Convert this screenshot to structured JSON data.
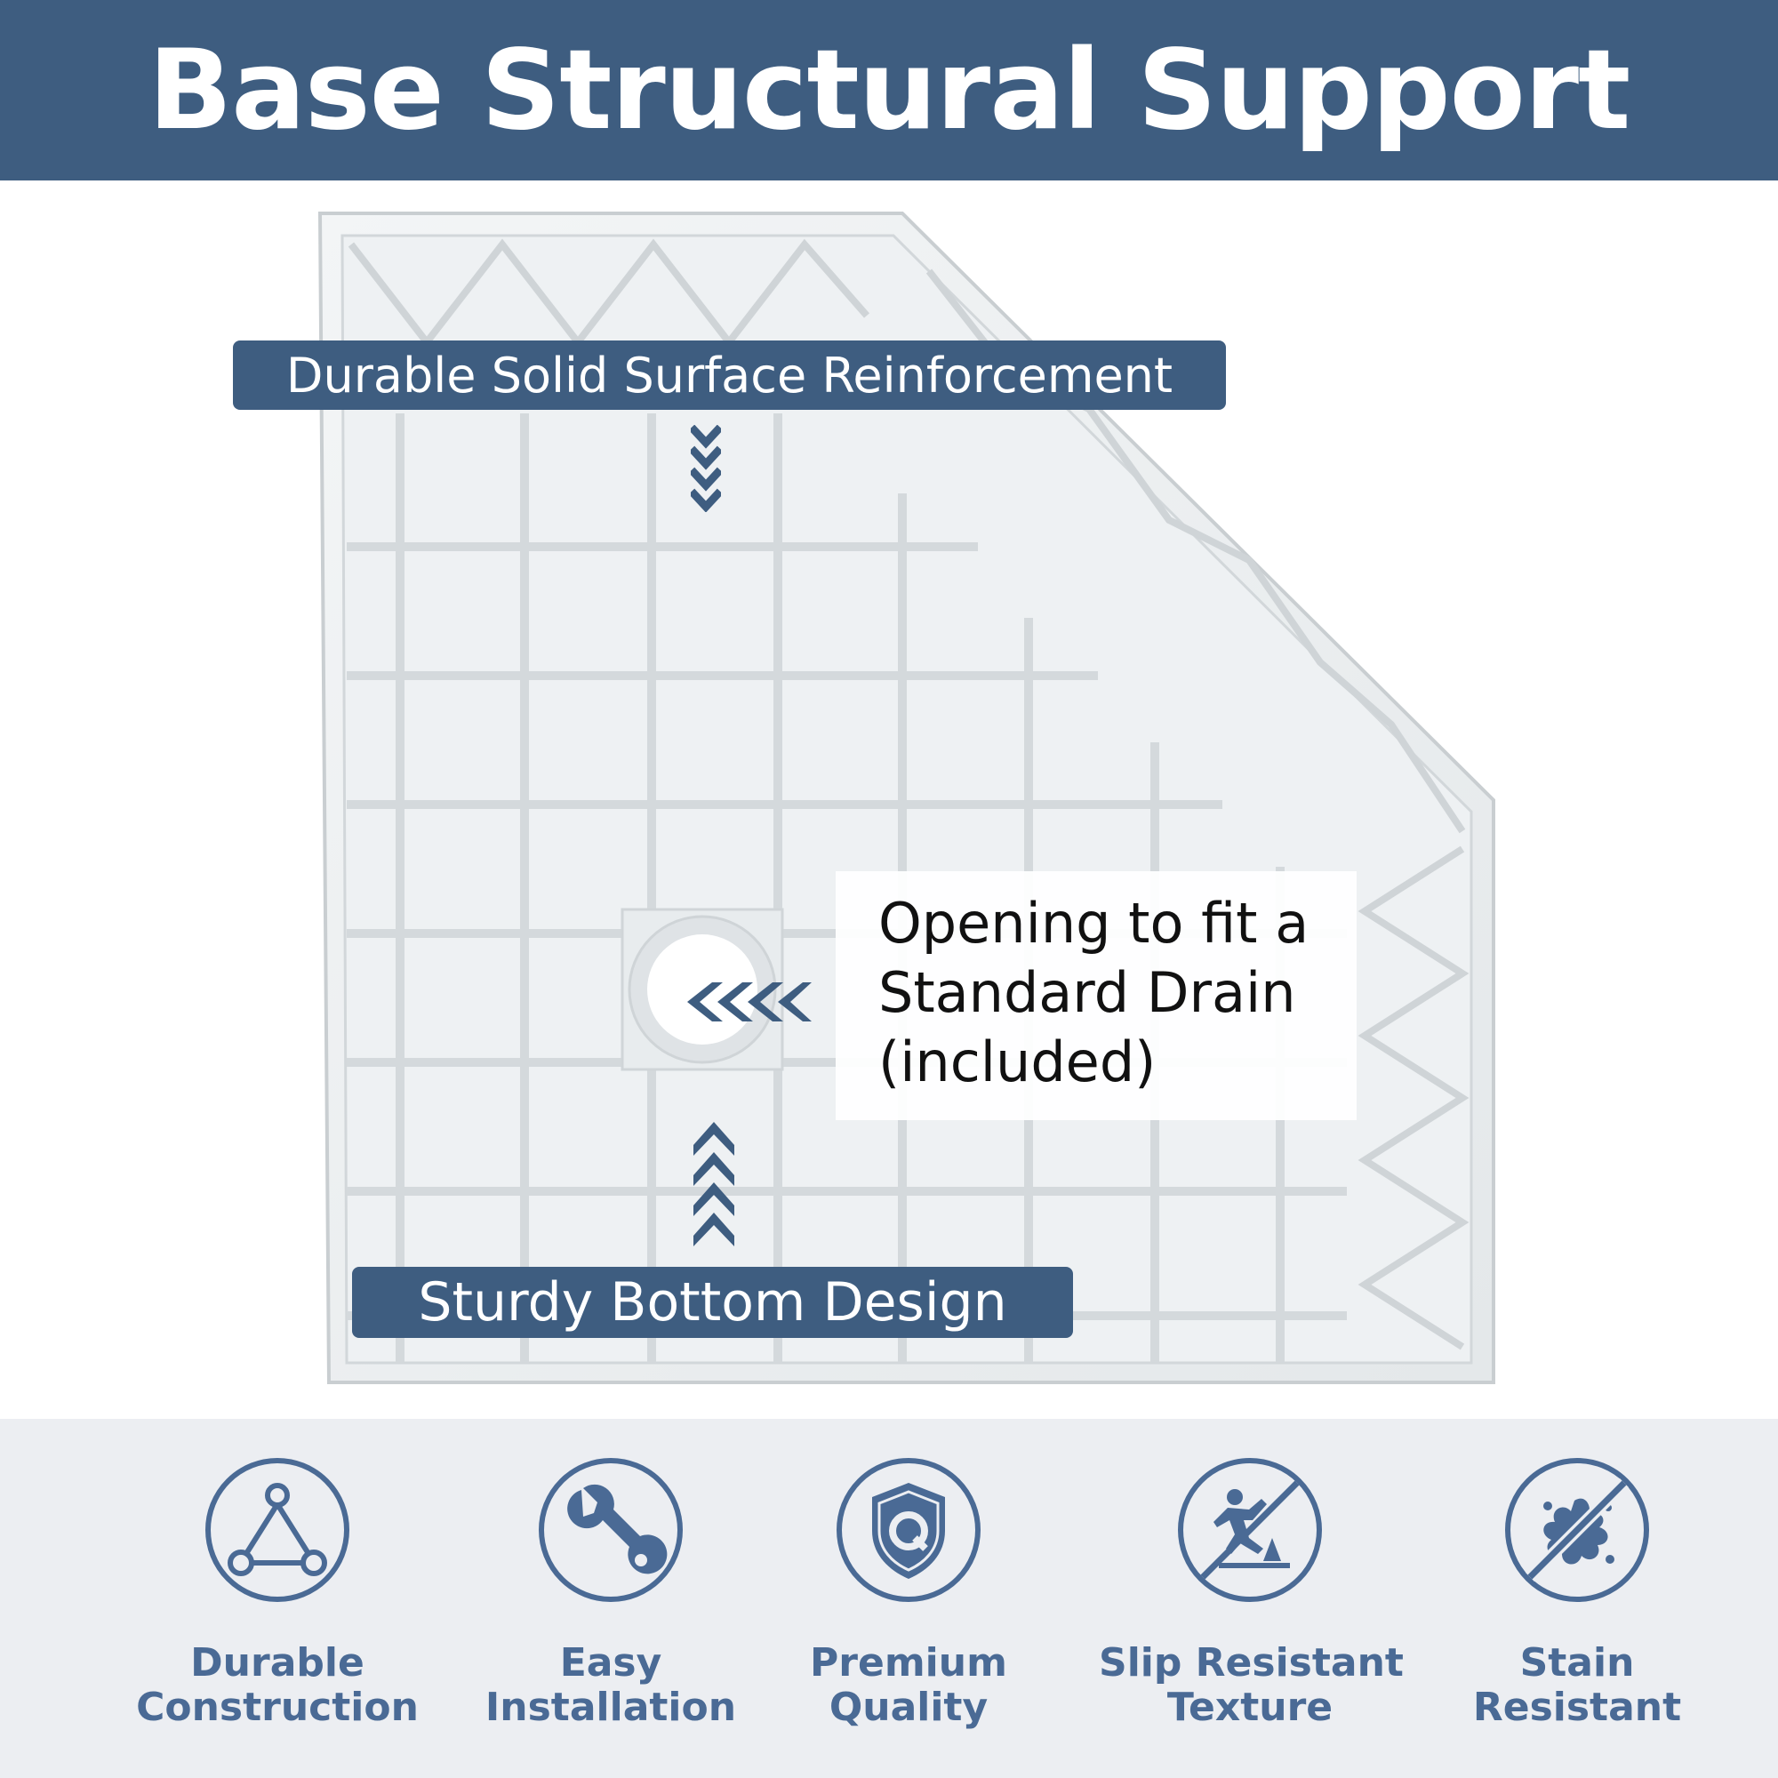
{
  "header": {
    "title": "Base Structural Support"
  },
  "callouts": {
    "top_label": "Durable Solid Surface Reinforcement",
    "bottom_label": "Sturdy Bottom Design",
    "drain_lines": [
      "Opening to fit a",
      "Standard Drain",
      "(included)"
    ]
  },
  "features": [
    {
      "icon": "triangle-nodes-icon",
      "lines": [
        "Durable",
        "Construction"
      ]
    },
    {
      "icon": "wrench-icon",
      "lines": [
        "Easy",
        "Installation"
      ]
    },
    {
      "icon": "shield-q-icon",
      "lines": [
        "Premium",
        "Quality"
      ]
    },
    {
      "icon": "no-slip-icon",
      "lines": [
        "Slip Resistant",
        "Texture"
      ]
    },
    {
      "icon": "no-stain-icon",
      "lines": [
        "Stain",
        "Resistant"
      ]
    }
  ],
  "colors": {
    "brand_blue": "#3e5d80",
    "feature_text": "#4a6a95",
    "footer_bg": "#eceef2"
  }
}
